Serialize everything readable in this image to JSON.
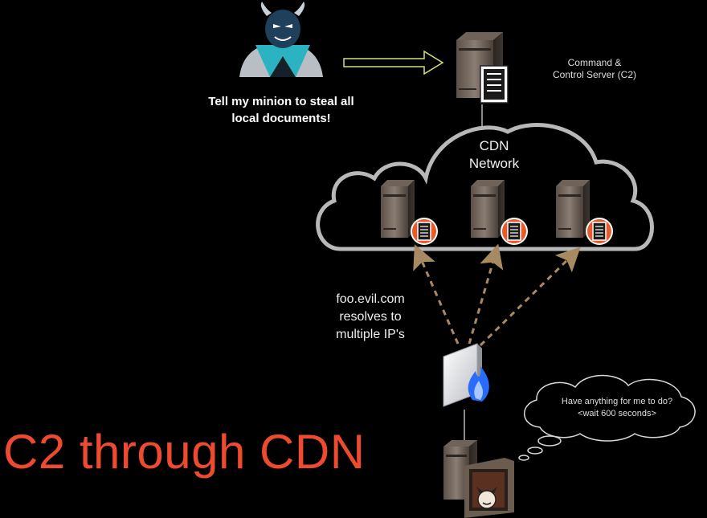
{
  "title": "C2 through CDN",
  "hacker": {
    "caption_line1": "Tell my minion to steal all",
    "caption_line2": "local documents!"
  },
  "c2_server": {
    "label_line1": "Command &",
    "label_line2": "Control Server (C2)"
  },
  "cdn": {
    "label_line1": "CDN",
    "label_line2": "Network"
  },
  "dns": {
    "line1": "foo.evil.com",
    "line2": "resolves to",
    "line3": "multiple IP's"
  },
  "thought": {
    "line1": "Have anything for me to do?",
    "line2": "<wait 600 seconds>"
  },
  "colors": {
    "background": "#000000",
    "title": "#ee4a30",
    "arrow_outline": "#d6e07a",
    "dashed_arrow": "#a88a62",
    "cloud_stroke": "#b8b8b8",
    "firewall_flame": "#2a6bff",
    "document_badge": "#e85a2a"
  },
  "icons": [
    "hacker-icon",
    "server-icon",
    "document-icon",
    "cloud-icon",
    "firewall-icon",
    "infected-pc-icon",
    "thought-bubble-icon"
  ]
}
